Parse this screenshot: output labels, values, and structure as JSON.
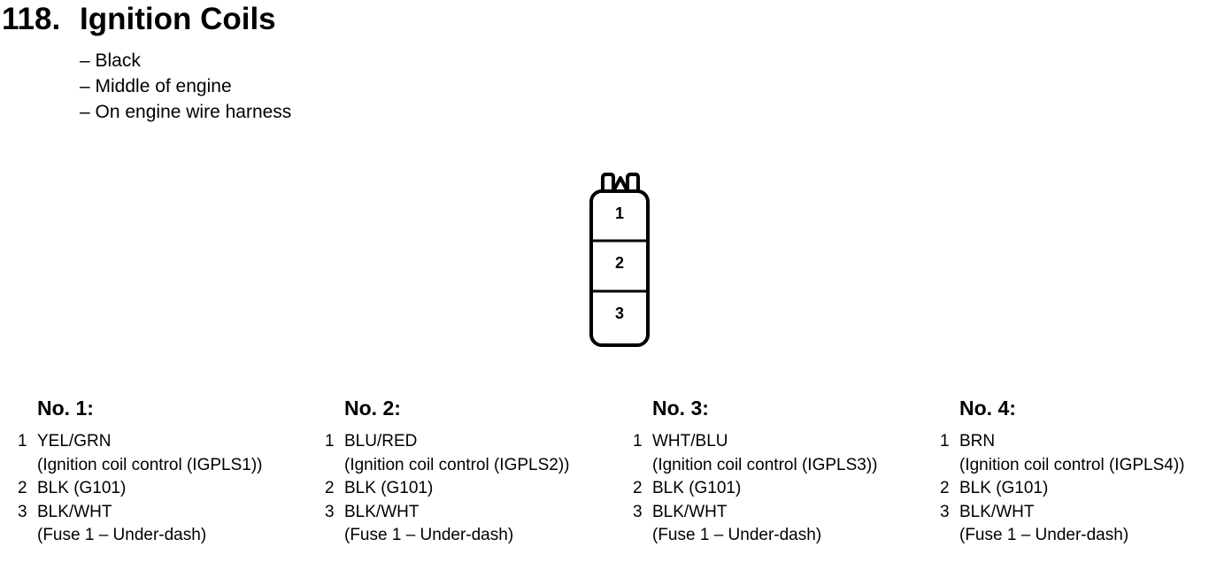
{
  "header": {
    "number": "118.",
    "title": "Ignition Coils"
  },
  "notes": [
    "– Black",
    "– Middle of engine",
    "– On engine wire harness"
  ],
  "connector": {
    "cavities": [
      "1",
      "2",
      "3"
    ]
  },
  "coils": [
    {
      "label": "No. 1:",
      "pins": [
        {
          "pin": "1",
          "wire": "YEL/GRN",
          "detail": "(Ignition coil control (IGPLS1))"
        },
        {
          "pin": "2",
          "wire": "BLK (G101)",
          "detail": ""
        },
        {
          "pin": "3",
          "wire": "BLK/WHT",
          "detail": "(Fuse 1 – Under-dash)"
        }
      ]
    },
    {
      "label": "No. 2:",
      "pins": [
        {
          "pin": "1",
          "wire": "BLU/RED",
          "detail": "(Ignition coil control (IGPLS2))"
        },
        {
          "pin": "2",
          "wire": "BLK (G101)",
          "detail": ""
        },
        {
          "pin": "3",
          "wire": "BLK/WHT",
          "detail": "(Fuse 1 – Under-dash)"
        }
      ]
    },
    {
      "label": "No. 3:",
      "pins": [
        {
          "pin": "1",
          "wire": "WHT/BLU",
          "detail": "(Ignition coil control (IGPLS3))"
        },
        {
          "pin": "2",
          "wire": "BLK (G101)",
          "detail": ""
        },
        {
          "pin": "3",
          "wire": "BLK/WHT",
          "detail": "(Fuse 1 – Under-dash)"
        }
      ]
    },
    {
      "label": "No. 4:",
      "pins": [
        {
          "pin": "1",
          "wire": "BRN",
          "detail": "(Ignition coil control (IGPLS4))"
        },
        {
          "pin": "2",
          "wire": "BLK (G101)",
          "detail": ""
        },
        {
          "pin": "3",
          "wire": "BLK/WHT",
          "detail": "(Fuse 1 – Under-dash)"
        }
      ]
    }
  ]
}
